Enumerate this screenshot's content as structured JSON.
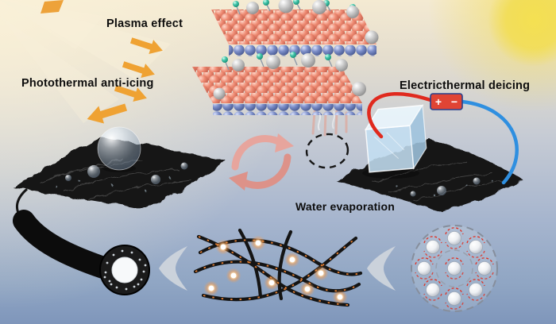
{
  "labels": {
    "plasma_effect": "Plasma effect",
    "photothermal_anti_icing": "Photothermal anti-icing",
    "electrothermal_deicing": "Electricthermal deicing",
    "water_evaporation": "Water evaporation"
  },
  "battery": {
    "plus": "+",
    "minus": "−"
  },
  "colors": {
    "sky_top": "#f6eed8",
    "sky_bottom": "#7f96bb",
    "sun_yellow": "#f2dd52",
    "plasma_arrow_orange": "#efa233",
    "lattice_sphere_salmon": "#ee8a72",
    "lattice_sphere_blue": "#7d8fc9",
    "adatom_gray": "#c6c6c6",
    "plasma_species_teal": "#3fc3a8",
    "membrane_black": "#161616",
    "cycle_arrow_pink": "#e7a59d",
    "cycle_arrow_pink_dark": "#dd9289",
    "hot_wire_red": "#e02a1e",
    "cold_wire_blue": "#2f8fe0",
    "fiber_glow_orange": "#f08433",
    "chevron_gray": "#ced4dc"
  },
  "icons": {
    "sun": "sun-icon",
    "sun_rays": "sun-rays-icon",
    "plasma_arrow": "plasma-arrow-icon",
    "photothermal_arrow": "photothermal-arrow-icon",
    "cycle_arrows": "cycle-arrow-icon",
    "evaporation_circle": "dashed-ellipse-icon",
    "battery": "battery-icon",
    "ice_cube": "ice-cube-icon",
    "chevron": "chevron-left-icon",
    "water_molecule": "water-molecule-icon",
    "fiber_cross_section": "fiber-cross-section-icon"
  }
}
